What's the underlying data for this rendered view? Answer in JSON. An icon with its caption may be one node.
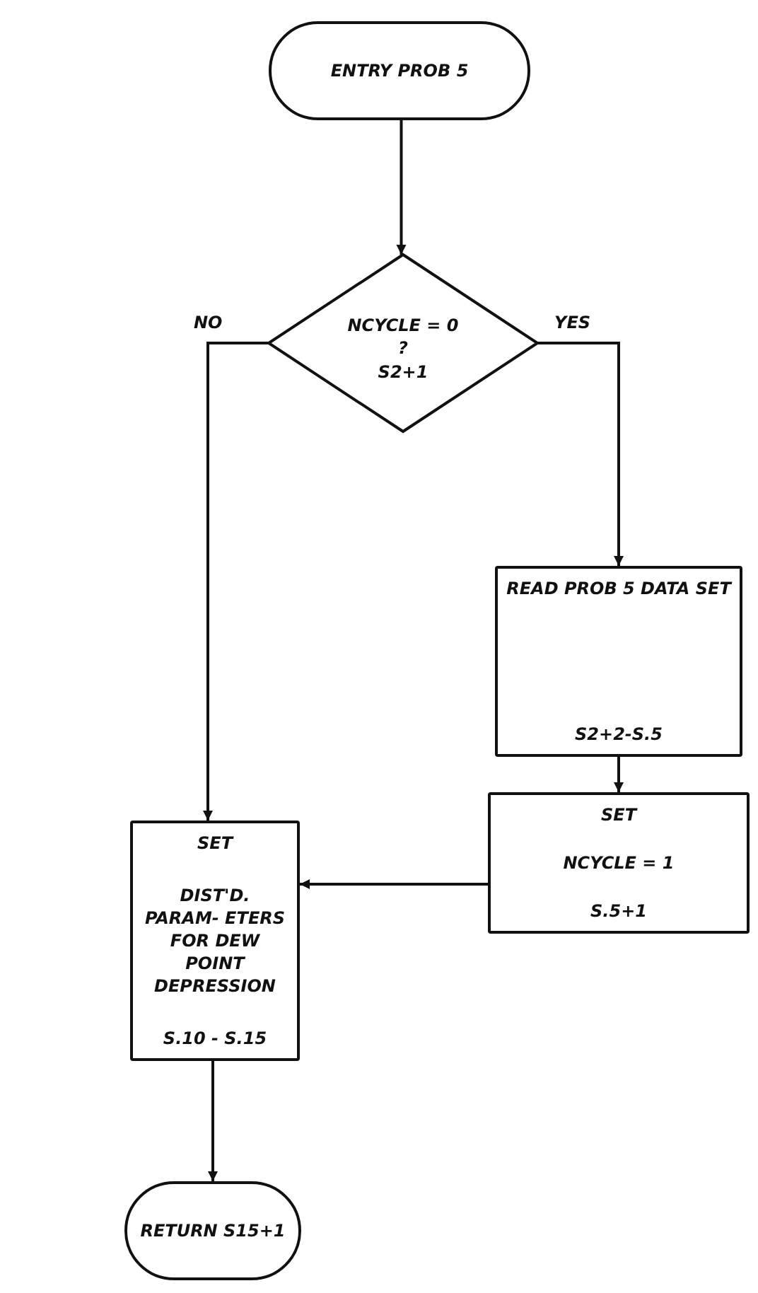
{
  "diagram": {
    "nodes": [
      {
        "text": [
          "ENTRY PROB 5"
        ]
      },
      {
        "text": [
          "NCYCLE = 0 ?",
          "S2+1"
        ]
      },
      {
        "text": [
          "READ PROB 5 DATA SET",
          "S2+2-S.5"
        ]
      },
      {
        "text": [
          "SET",
          "DIST'D. PARAM- ETERS FOR DEW POINT DEPRESSION",
          "S.10 - S.15"
        ]
      },
      {
        "text": [
          "SET",
          "NCYCLE = 1",
          "S.5+1"
        ]
      },
      {
        "text": [
          "RETURN S15+1"
        ]
      }
    ],
    "edges": [
      {
        "from": 0,
        "to": 1,
        "arrow": "to"
      },
      {
        "from": 1,
        "to": 3,
        "arrow": "to",
        "label": "NO"
      },
      {
        "from": 1,
        "to": 2,
        "arrow": "to",
        "label": "YES"
      },
      {
        "from": 2,
        "to": 4,
        "arrow": "to"
      },
      {
        "from": 4,
        "to": 3,
        "arrow": "to"
      },
      {
        "from": 3,
        "to": 5,
        "arrow": "to"
      }
    ]
  }
}
